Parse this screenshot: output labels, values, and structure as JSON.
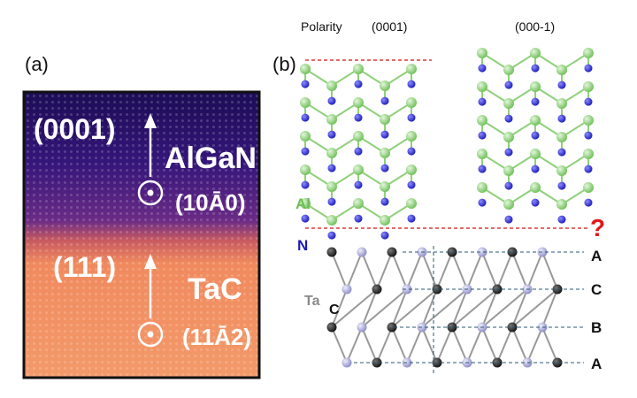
{
  "panel_a": {
    "label": "(a)",
    "top_direction": "(0001)",
    "top_material": "AlGaN",
    "top_plane": "(10Ā0)",
    "bottom_direction": "(111)",
    "bottom_material": "TaC",
    "bottom_plane": "(11Ā2)"
  },
  "panel_b": {
    "label": "(b)",
    "polarity_label": "Polarity",
    "polarity_left": "(0001)",
    "polarity_right": "(000-1)",
    "atom_al": "Al",
    "atom_n": "N",
    "atom_ta": "Ta",
    "atom_c": "C",
    "question_mark": "?",
    "stacking": [
      "A",
      "C",
      "B",
      "A"
    ]
  },
  "colors": {
    "al": "#8fd17a",
    "n": "#2b2bd6",
    "ta": "#a8a8d8",
    "c": "#222222",
    "question": "#e01818",
    "interface_line": "#d01010",
    "stacking_line": "#2a5a70"
  }
}
